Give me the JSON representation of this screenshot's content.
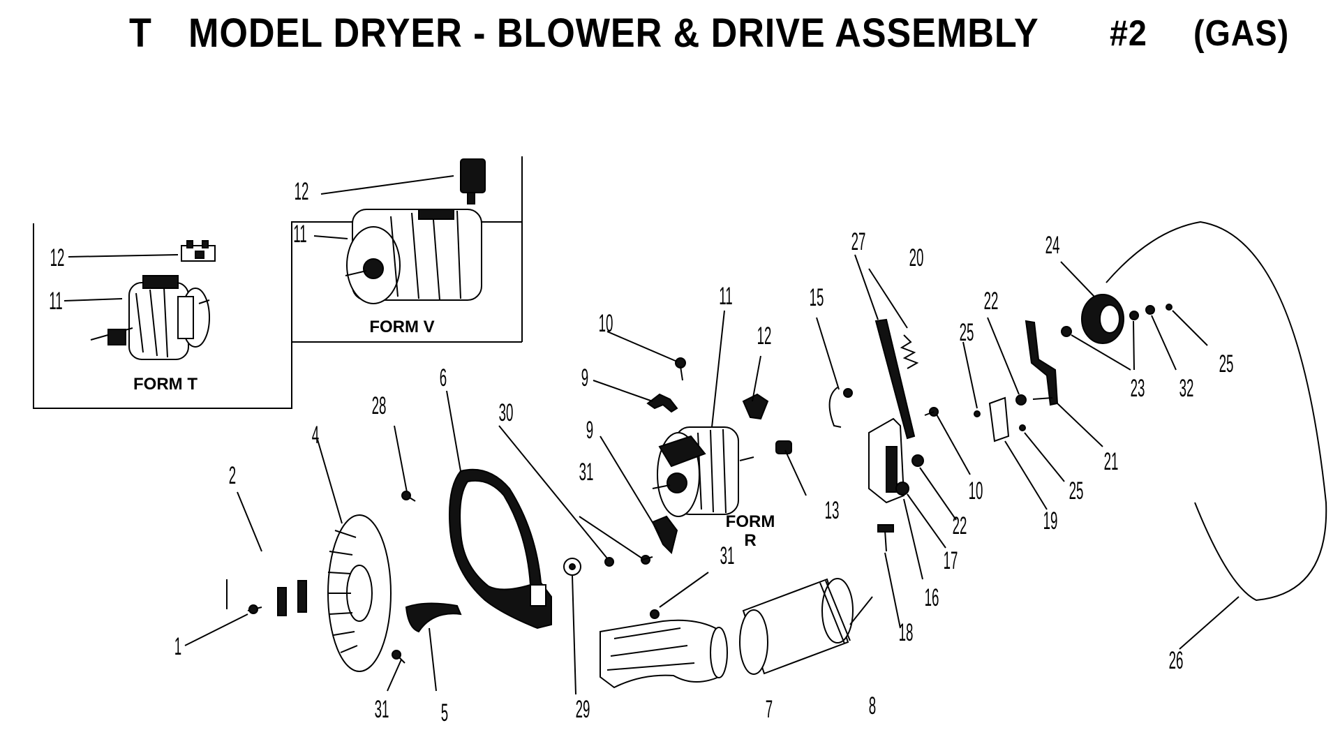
{
  "title": {
    "model": "T",
    "main": "MODEL DRYER - BLOWER & DRIVE ASSEMBLY",
    "number": "#2",
    "fuel": "(GAS)"
  },
  "insets": {
    "form_t": {
      "label": "FORM T",
      "part_12": "12",
      "part_11": "11"
    },
    "form_v": {
      "label": "FORM V",
      "part_12": "12",
      "part_11": "11"
    }
  },
  "main_motor": {
    "form_line1": "FORM",
    "form_line2": "R"
  },
  "callouts": {
    "c1": "1",
    "c2": "2",
    "c4": "4",
    "c5": "5",
    "c6": "6",
    "c7": "7",
    "c8": "8",
    "c9a": "9",
    "c9b": "9",
    "c10a": "10",
    "c10b": "10",
    "c11": "11",
    "c12": "12",
    "c13": "13",
    "c15": "15",
    "c16": "16",
    "c17": "17",
    "c18": "18",
    "c19": "19",
    "c20": "20",
    "c21": "21",
    "c22a": "22",
    "c22b": "22",
    "c23": "23",
    "c24": "24",
    "c25a": "25",
    "c25b": "25",
    "c25c": "25",
    "c26": "26",
    "c27": "27",
    "c28": "28",
    "c29": "29",
    "c30": "30",
    "c31a": "31",
    "c31b": "31",
    "c31c": "31",
    "c32": "32"
  }
}
